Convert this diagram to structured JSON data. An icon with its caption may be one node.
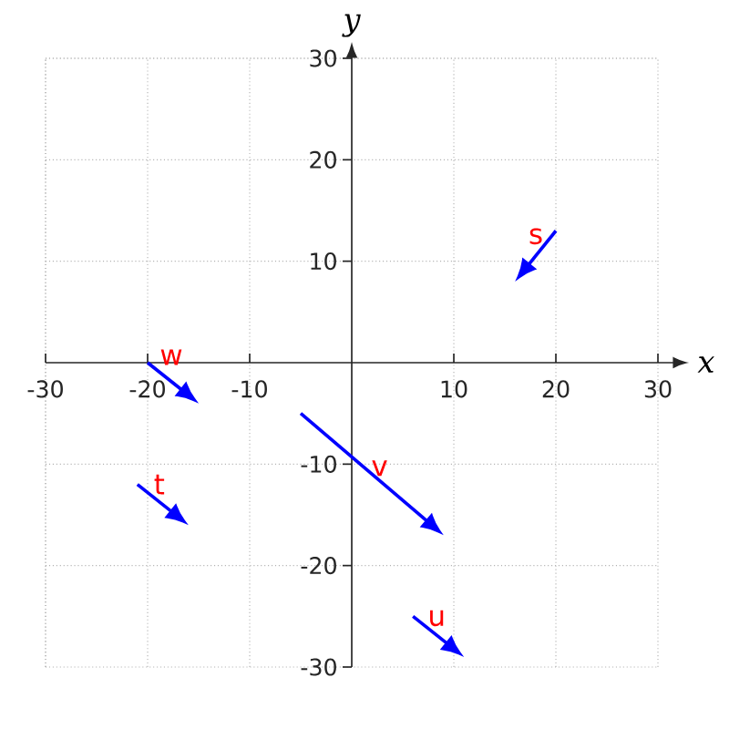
{
  "diagram": {
    "chart_data": {
      "type": "line",
      "xlabel": "x",
      "ylabel": "y",
      "xlim": [
        -30,
        30
      ],
      "ylim": [
        -30,
        30
      ],
      "xticks": [
        -30,
        -20,
        -10,
        10,
        20,
        30
      ],
      "yticks": [
        -30,
        -20,
        -10,
        10,
        20,
        30
      ],
      "grid": true,
      "annotations": [
        "s",
        "t",
        "u",
        "v",
        "w"
      ]
    }
  }
}
